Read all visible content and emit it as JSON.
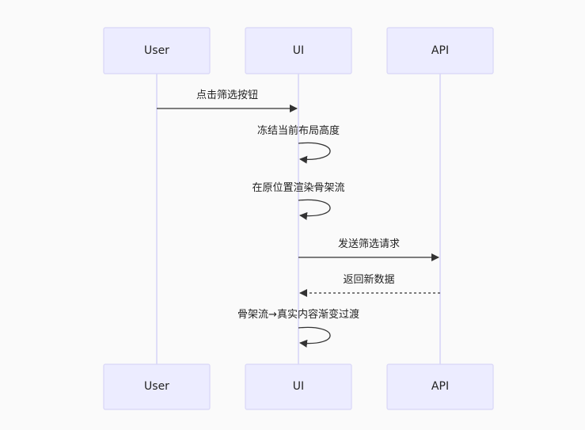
{
  "participants": [
    {
      "id": "user",
      "label": "User"
    },
    {
      "id": "ui",
      "label": "UI"
    },
    {
      "id": "api",
      "label": "API"
    }
  ],
  "messages": [
    {
      "from": "user",
      "to": "ui",
      "label": "点击筛选按钮",
      "style": "solid"
    },
    {
      "from": "ui",
      "to": "ui",
      "label": "冻结当前布局高度",
      "style": "solid"
    },
    {
      "from": "ui",
      "to": "ui",
      "label": "在原位置渲染骨架流",
      "style": "solid"
    },
    {
      "from": "ui",
      "to": "api",
      "label": "发送筛选请求",
      "style": "solid"
    },
    {
      "from": "api",
      "to": "ui",
      "label": "返回新数据",
      "style": "dashed"
    },
    {
      "from": "ui",
      "to": "ui",
      "label": "骨架流→真实内容渐变过渡",
      "style": "solid"
    }
  ]
}
